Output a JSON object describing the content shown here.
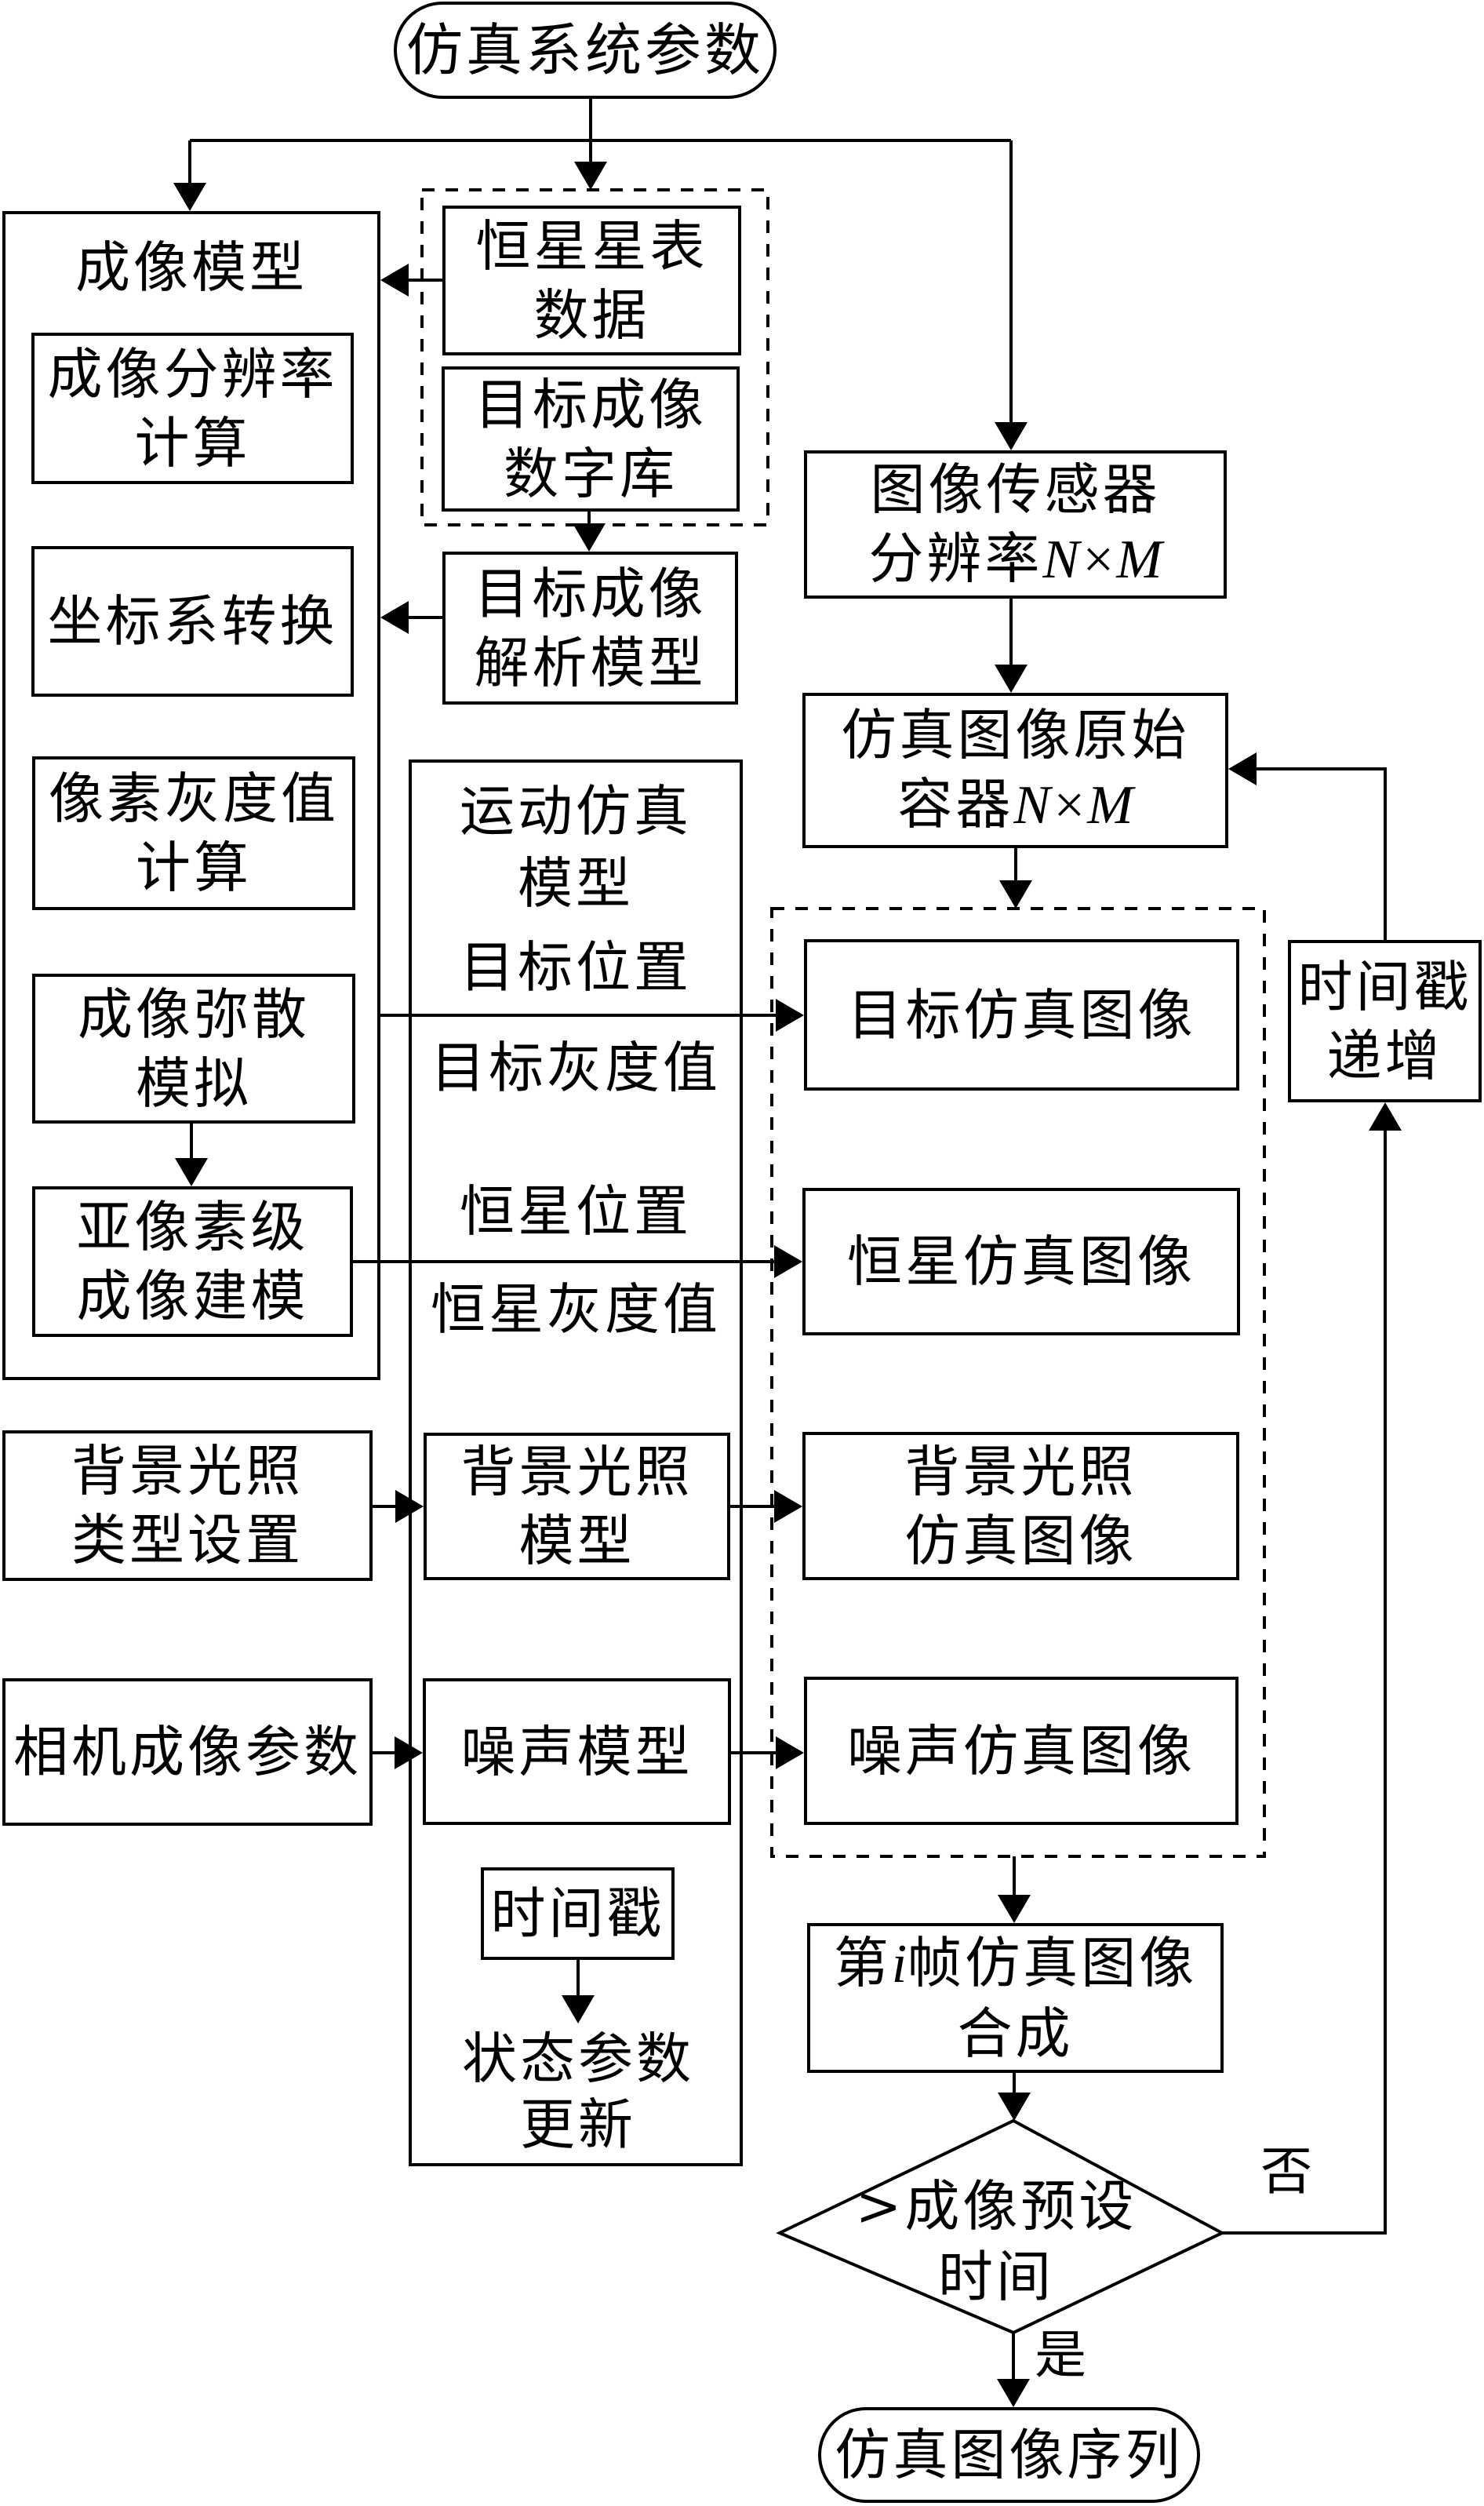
{
  "colors": {
    "ink": "#000000",
    "paper": "#ffffff"
  },
  "start": {
    "label": "仿真系统参数"
  },
  "imaging_model": {
    "title": "成像模型",
    "resolution_calc": [
      "成像分辨率",
      "计算"
    ],
    "coordinate_transform": [
      "坐标系转换"
    ],
    "gray_value_calc": [
      "像素灰度值",
      "计算"
    ],
    "dispersion_sim": [
      "成像弥散",
      "模拟"
    ],
    "subpixel_modeling": [
      "亚像素级",
      "成像建模"
    ]
  },
  "data_sources": {
    "star_catalog": [
      "恒星星表",
      "数据"
    ],
    "target_database": [
      "目标成像",
      "数字库"
    ]
  },
  "target_analysis_model": [
    "目标成像",
    "解析模型"
  ],
  "image_sensor": {
    "line1": "图像传感器",
    "line2_text": "分辨率",
    "line2_math": "N×M"
  },
  "raw_container": {
    "line1": "仿真图像原始",
    "line2_text": "容器",
    "line2_math": "N×M"
  },
  "motion_model": {
    "title": [
      "运动仿真",
      "模型"
    ],
    "outputs": [
      "目标位置",
      "目标灰度值",
      "恒星位置",
      "恒星灰度值"
    ],
    "background_model": [
      "背景光照",
      "模型"
    ],
    "noise_model": [
      "噪声模型"
    ],
    "timestamp": [
      "时间戳"
    ],
    "state_update": [
      "状态参数",
      "更新"
    ]
  },
  "background_type": [
    "背景光照",
    "类型设置"
  ],
  "camera_params": [
    "相机成像参数"
  ],
  "sim_images": {
    "target": [
      "目标仿真图像"
    ],
    "star": [
      "恒星仿真图像"
    ],
    "background": [
      "背景光照",
      "仿真图像"
    ],
    "noise": [
      "噪声仿真图像"
    ]
  },
  "timestamp_increment": [
    "时间戳",
    "递增"
  ],
  "frame_synthesis": {
    "prefix": "第",
    "var": "i",
    "suffix": "帧仿真图像",
    "line2": "合成"
  },
  "decision": {
    "lines": [
      ">成像预设",
      "时间"
    ],
    "yes": "是",
    "no": "否"
  },
  "end": {
    "label": "仿真图像序列"
  }
}
